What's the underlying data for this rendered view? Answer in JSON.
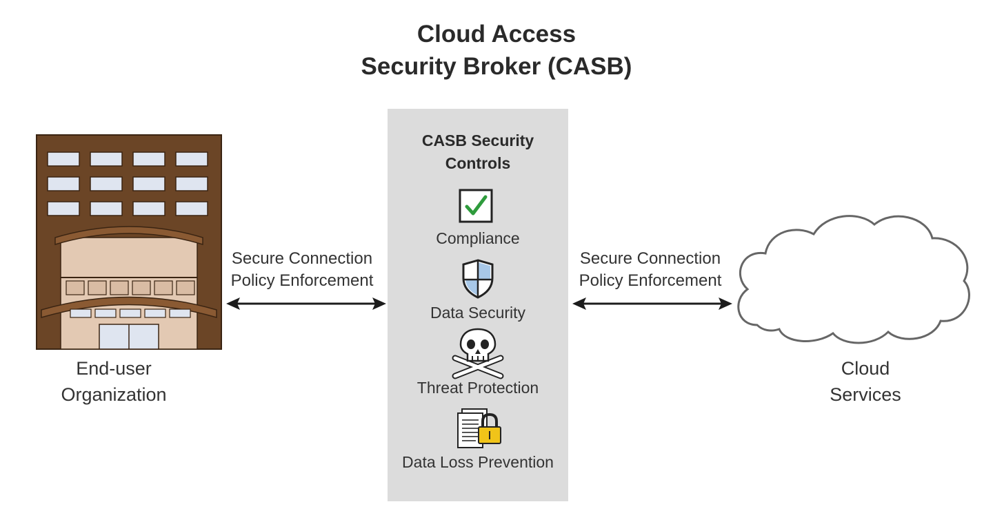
{
  "title": {
    "line1": "Cloud Access",
    "line2": "Security Broker (CASB)"
  },
  "organization": {
    "line1": "End-user",
    "line2": "Organization",
    "icon": "building-icon"
  },
  "cloud": {
    "line1": "Cloud",
    "line2": "Services",
    "icon": "cloud-icon"
  },
  "left_connection": {
    "line1": "Secure Connection",
    "line2": "Policy Enforcement"
  },
  "right_connection": {
    "line1": "Secure Connection",
    "line2": "Policy Enforcement"
  },
  "panel": {
    "title_line1": "CASB Security",
    "title_line2": "Controls",
    "controls": [
      {
        "label": "Compliance",
        "icon": "checkbox-icon"
      },
      {
        "label": "Data Security",
        "icon": "shield-icon"
      },
      {
        "label": "Threat Protection",
        "icon": "skull-crossbones-icon"
      },
      {
        "label": "Data Loss Prevention",
        "icon": "locked-documents-icon"
      }
    ]
  },
  "colors": {
    "building_wall": "#6b4526",
    "building_inner": "#e3c9b3",
    "window": "#dfe5f0",
    "panel_bg": "#dcdcdc",
    "check": "#2e9b3c",
    "shield_blue": "#a8c8e8",
    "lock_yellow": "#f0c419"
  }
}
